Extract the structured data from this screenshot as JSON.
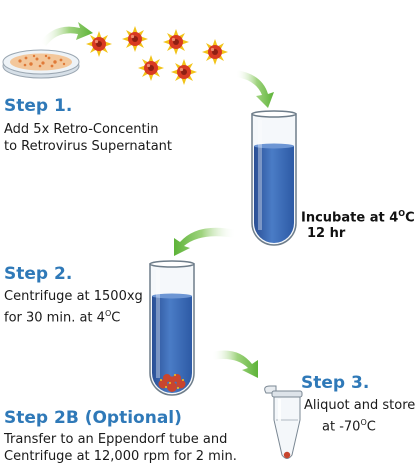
{
  "step1": {
    "title": "Step 1.",
    "line1": "Add 5x Retro-Concentin",
    "line2": "to Retrovirus Supernatant"
  },
  "incubate": {
    "line1_prefix": "Incubate at 4",
    "line1_sup": "O",
    "line1_suffix": "C",
    "line2": "12 hr"
  },
  "step2": {
    "title": "Step 2.",
    "line1": "Centrifuge at 1500xg",
    "line2_prefix": "for 30 min. at 4",
    "line2_sup": "O",
    "line2_suffix": "C"
  },
  "step3": {
    "title": "Step 3.",
    "line1": "Aliquot and store",
    "line2_prefix": "at -70",
    "line2_sup": "O",
    "line2_suffix": "C"
  },
  "step2b": {
    "title": "Step 2B (Optional)",
    "line1": "Transfer to an Eppendorf tube and",
    "line2": "Centrifuge at 12,000 rpm for 2 min."
  },
  "colors": {
    "step_title": "#2f79b8",
    "liquid": "#3a67b4",
    "arrow": "#6fbf4a",
    "virus": "#d83a22",
    "virus_spike": "#f2c318",
    "dish": "#e79a55",
    "pellet": "#c8452e"
  },
  "icons": {
    "dish": "petri-dish-icon",
    "virus": "virus-particle-icon",
    "arrow": "curved-arrow-icon",
    "tube": "test-tube-icon",
    "eppendorf": "eppendorf-tube-icon"
  }
}
